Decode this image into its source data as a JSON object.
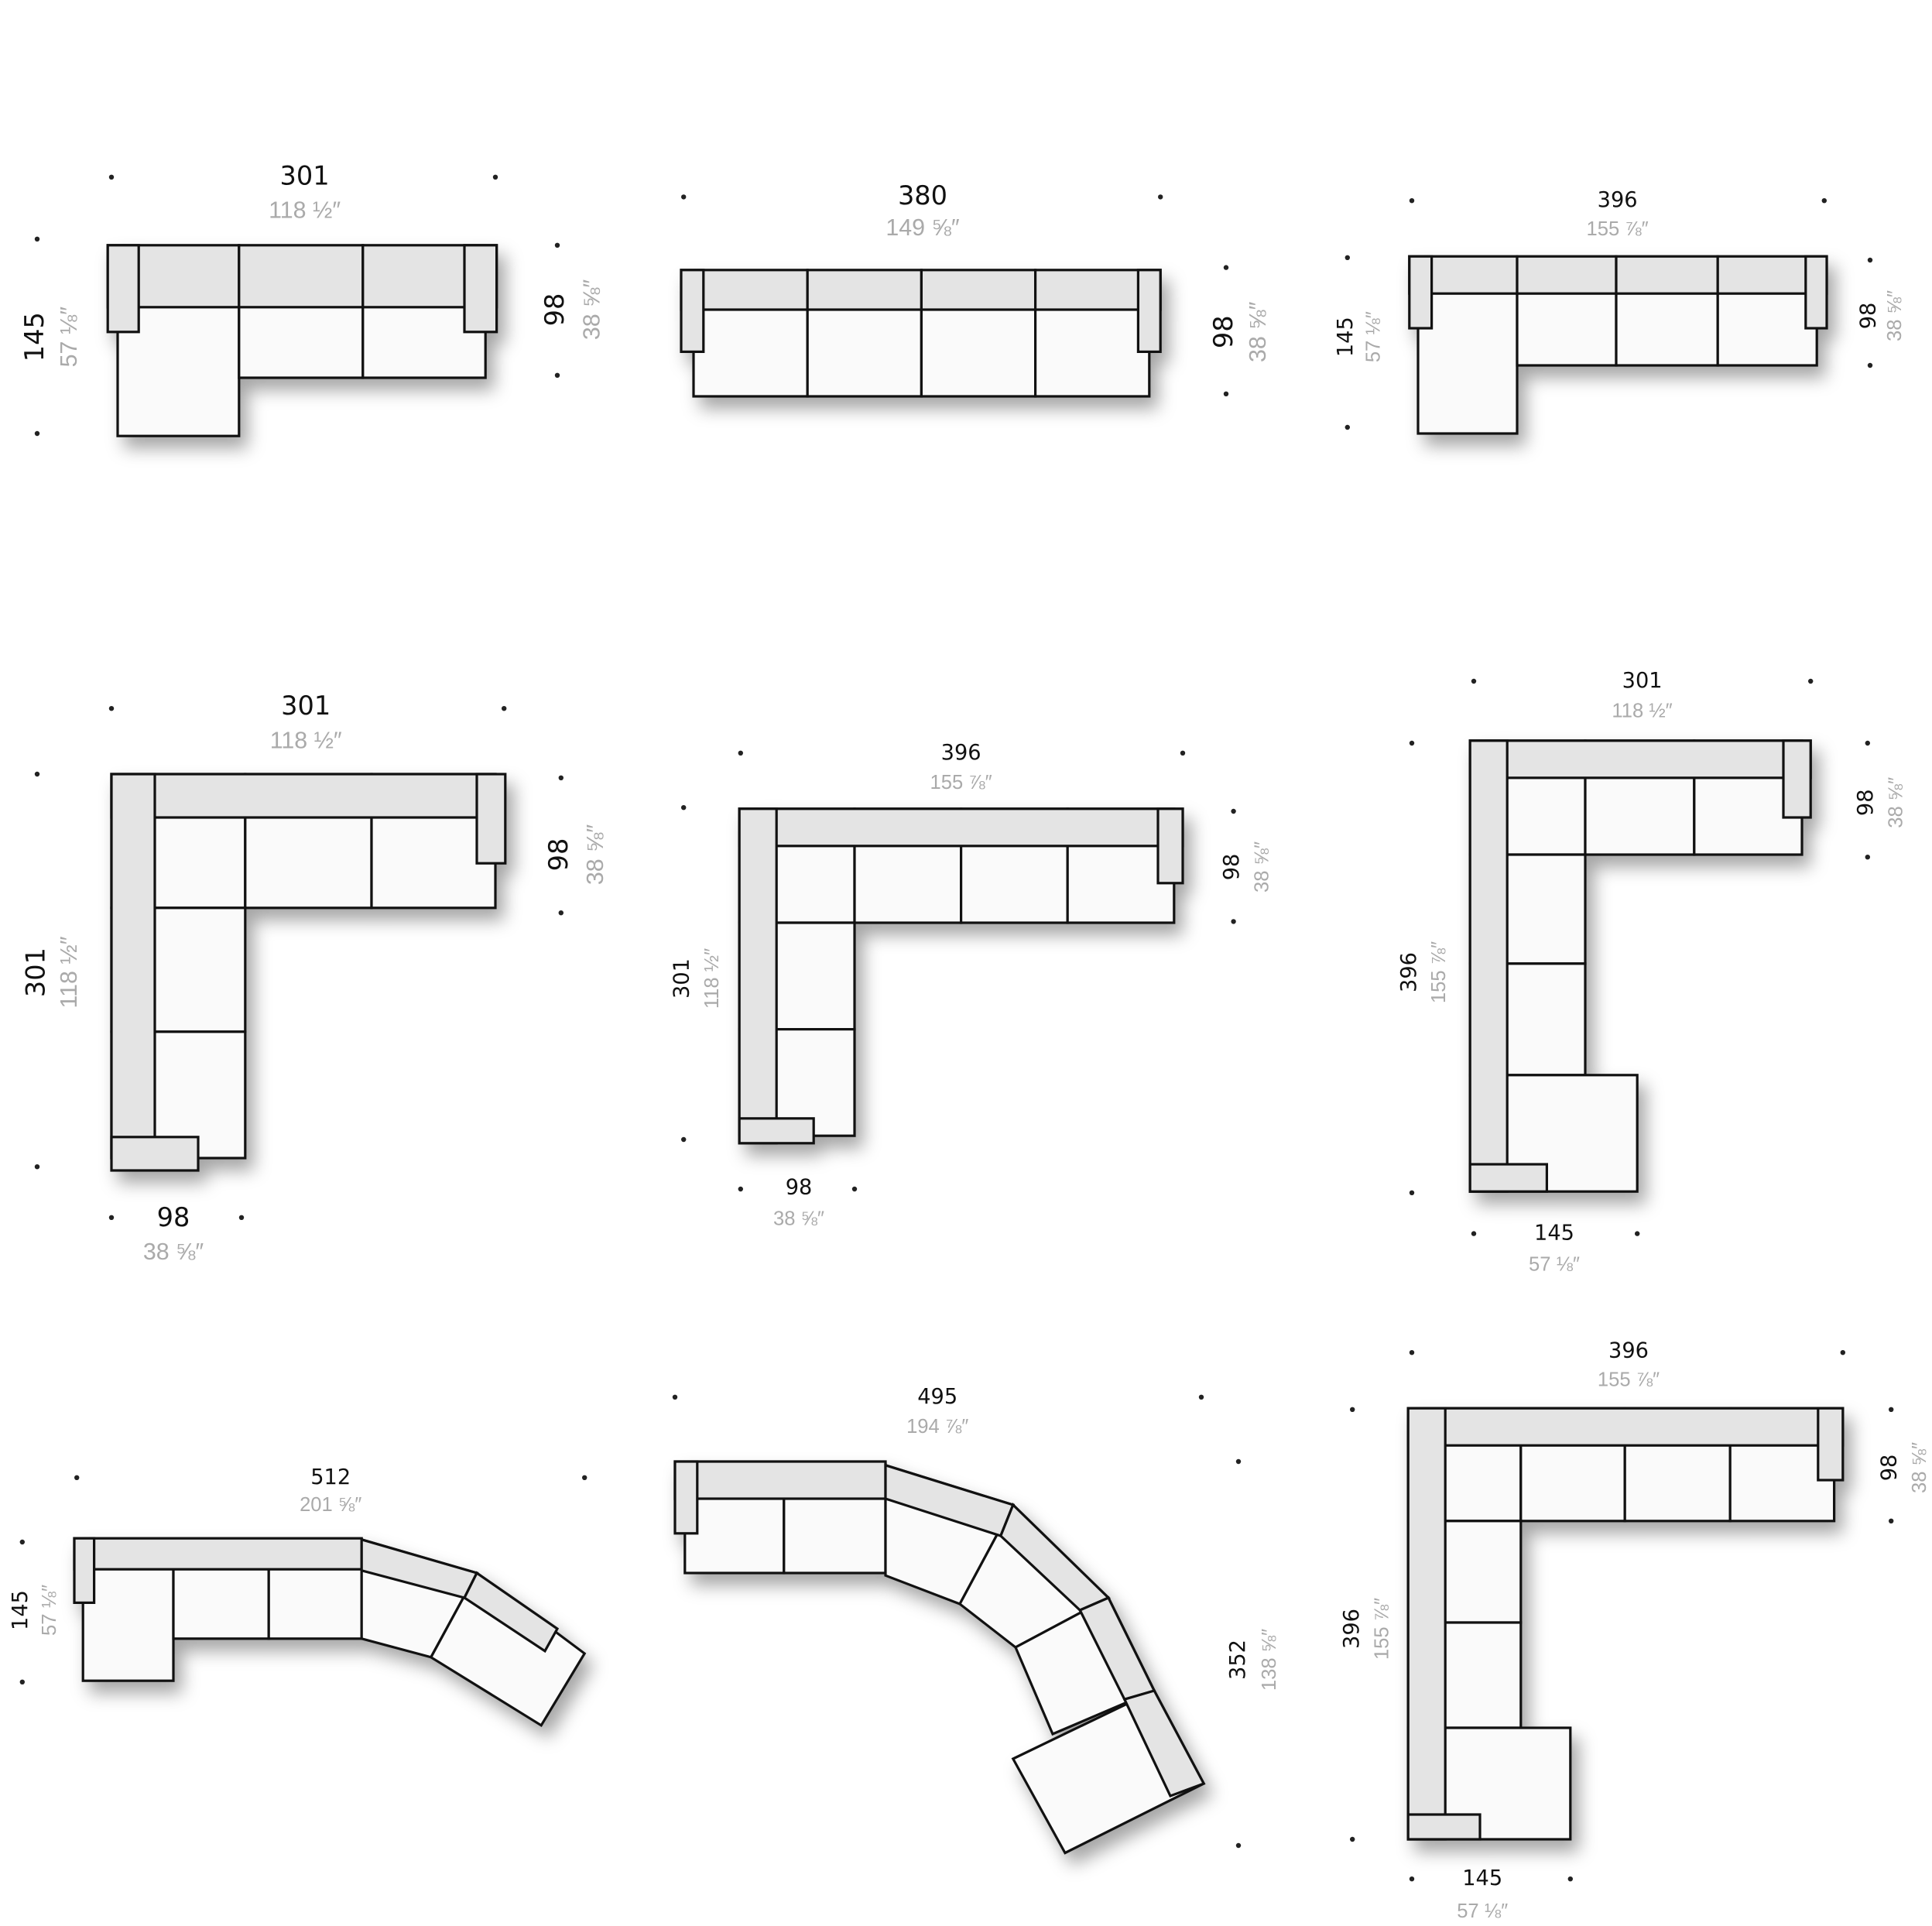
{
  "configurations": [
    {
      "width_cm": "301",
      "width_in": "118 ½″",
      "depth_left_cm": "145",
      "depth_left_in": "57 ⅛″",
      "depth_right_cm": "98",
      "depth_right_in": "38 ⅝″"
    },
    {
      "width_cm": "380",
      "width_in": "149 ⅝″",
      "depth_right_cm": "98",
      "depth_right_in": "38 ⅝″"
    },
    {
      "width_cm": "396",
      "width_in": "155 ⅞″",
      "depth_left_cm": "145",
      "depth_left_in": "57 ⅛″",
      "depth_right_cm": "98",
      "depth_right_in": "38 ⅝″"
    },
    {
      "width_cm": "301",
      "width_in": "118 ½″",
      "depth_right_cm": "98",
      "depth_right_in": "38 ⅝″",
      "side_cm": "301",
      "side_in": "118 ½″",
      "bottom_cm": "98",
      "bottom_in": "38 ⅝″"
    },
    {
      "width_cm": "396",
      "width_in": "155 ⅞″",
      "depth_right_cm": "98",
      "depth_right_in": "38 ⅝″",
      "side_cm": "301",
      "side_in": "118 ½″",
      "bottom_cm": "98",
      "bottom_in": "38 ⅝″"
    },
    {
      "width_cm": "301",
      "width_in": "118 ½″",
      "depth_right_cm": "98",
      "depth_right_in": "38 ⅝″",
      "side_cm": "396",
      "side_in": "155 ⅞″",
      "bottom_cm": "145",
      "bottom_in": "57 ⅛″"
    },
    {
      "width_cm": "512",
      "width_in": "201 ⅝″",
      "depth_left_cm": "145",
      "depth_left_in": "57 ⅛″"
    },
    {
      "width_cm": "495",
      "width_in": "194 ⅞″",
      "depth_right_cm": "352",
      "depth_right_in": "138 ⅝″"
    },
    {
      "width_cm": "396",
      "width_in": "155 ⅞″",
      "depth_right_cm": "98",
      "depth_right_in": "38 ⅝″",
      "side_cm": "396",
      "side_in": "155 ⅞″",
      "bottom_cm": "145",
      "bottom_in": "57 ⅛″"
    }
  ]
}
